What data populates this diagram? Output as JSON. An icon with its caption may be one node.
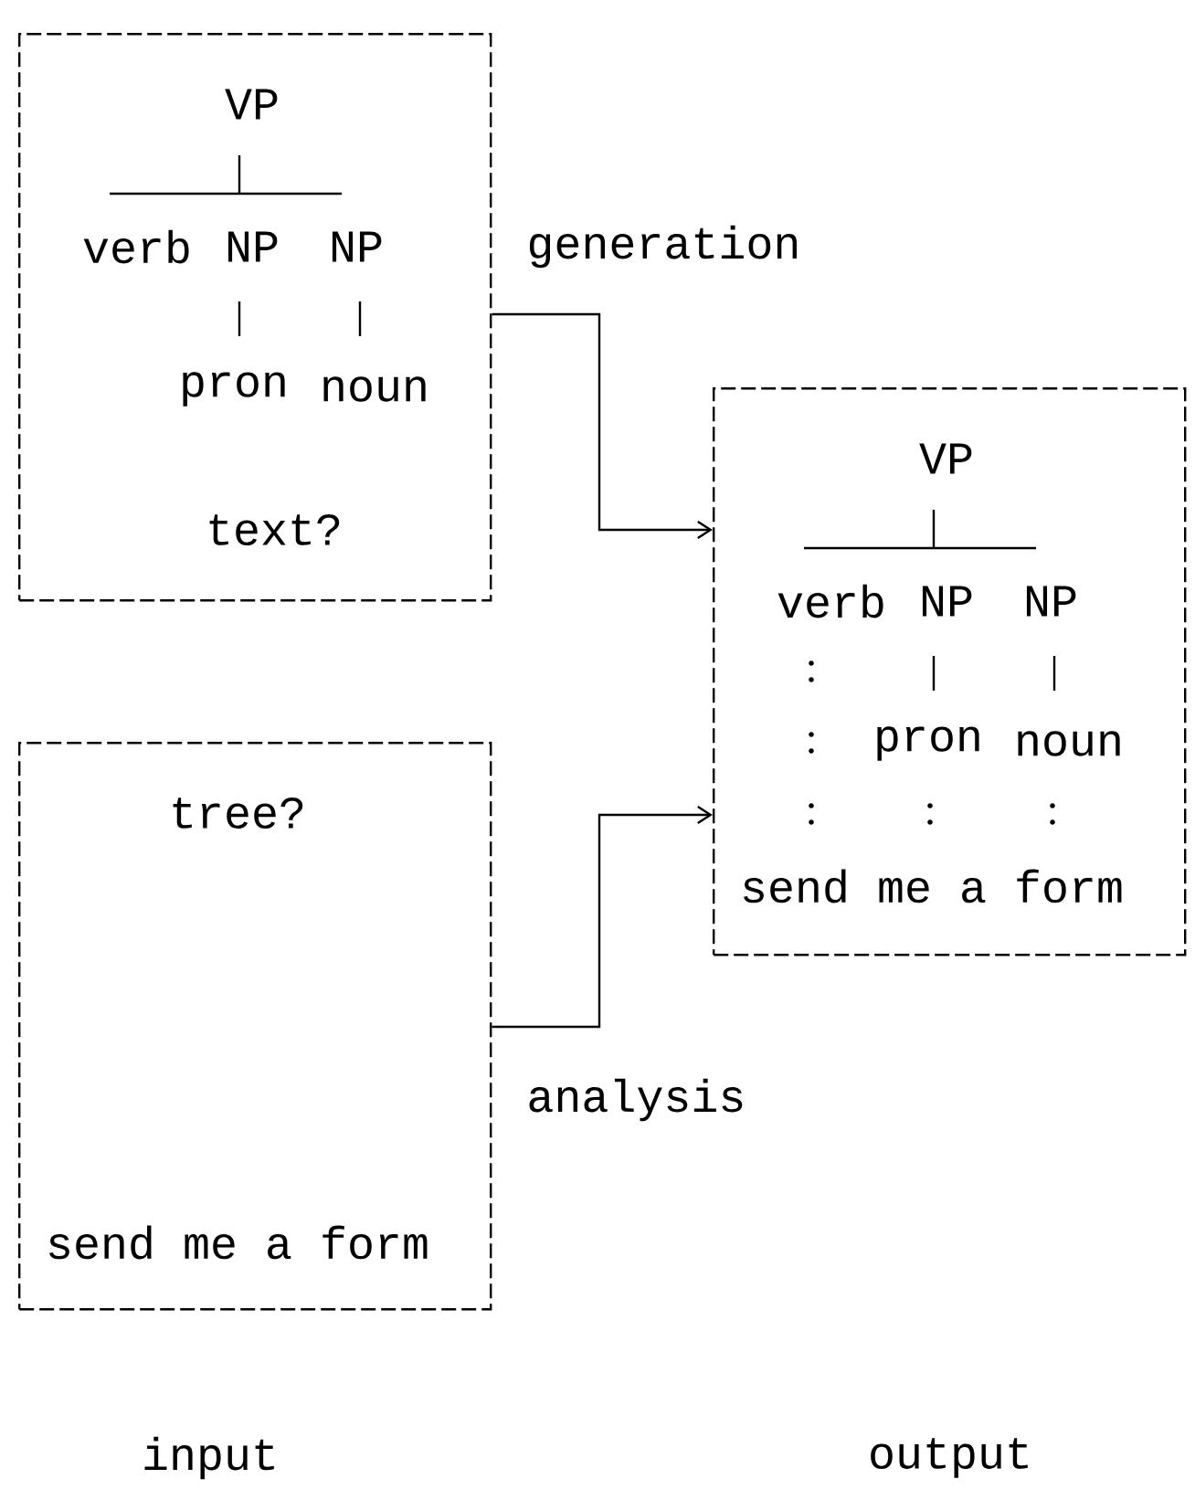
{
  "diagram": {
    "nodes": [
      {
        "text": [
          "VP",
          "verb",
          "NP",
          "NP",
          "pron",
          "noun",
          "text?"
        ]
      },
      {
        "text": [
          "tree?",
          "send me a form"
        ]
      },
      {
        "text": [
          "VP",
          "verb",
          "NP",
          "NP",
          "pron",
          "noun",
          "send me a form"
        ]
      }
    ],
    "edges": [
      {
        "from": 0,
        "to": 2,
        "arrow": "to",
        "label": "generation"
      },
      {
        "from": 1,
        "to": 2,
        "arrow": "to",
        "label": "analysis"
      }
    ],
    "labels": [
      "input",
      "output"
    ]
  }
}
